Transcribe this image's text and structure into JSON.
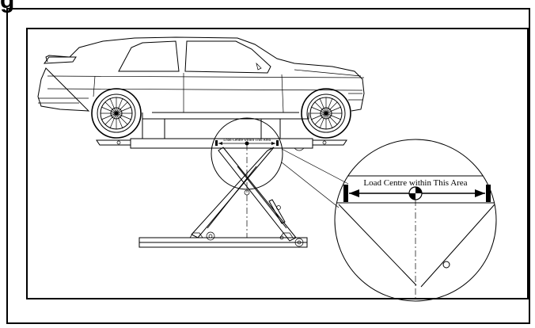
{
  "heading_fragment": "g",
  "diagram": {
    "load_label_small": "Load Centre within This Area",
    "load_label_zoom": "Load Centre within This Area"
  }
}
